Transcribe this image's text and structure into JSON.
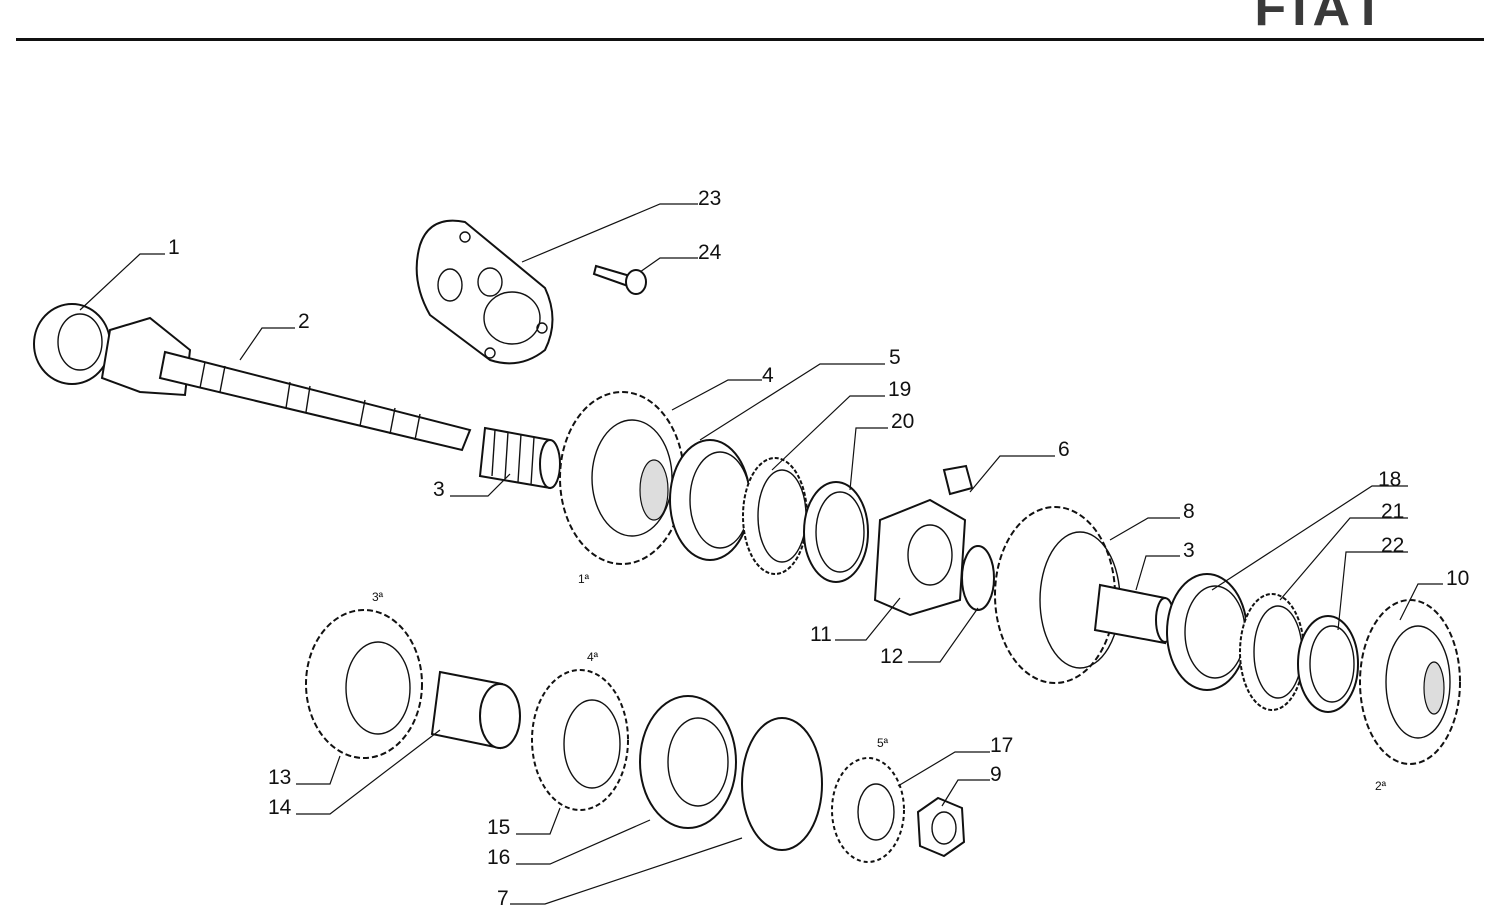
{
  "header": {
    "brand_logo": "FIAT"
  },
  "diagram": {
    "callouts": [
      {
        "id": "c1",
        "label": "1"
      },
      {
        "id": "c2",
        "label": "2"
      },
      {
        "id": "c3a",
        "label": "3"
      },
      {
        "id": "c4",
        "label": "4"
      },
      {
        "id": "c5",
        "label": "5"
      },
      {
        "id": "c19",
        "label": "19"
      },
      {
        "id": "c20",
        "label": "20"
      },
      {
        "id": "c6",
        "label": "6"
      },
      {
        "id": "c23",
        "label": "23"
      },
      {
        "id": "c24",
        "label": "24"
      },
      {
        "id": "c8",
        "label": "8"
      },
      {
        "id": "c3b",
        "label": "3"
      },
      {
        "id": "c18",
        "label": "18"
      },
      {
        "id": "c21",
        "label": "21"
      },
      {
        "id": "c22",
        "label": "22"
      },
      {
        "id": "c10",
        "label": "10"
      },
      {
        "id": "c11",
        "label": "11"
      },
      {
        "id": "c12",
        "label": "12"
      },
      {
        "id": "c13",
        "label": "13"
      },
      {
        "id": "c14",
        "label": "14"
      },
      {
        "id": "c15",
        "label": "15"
      },
      {
        "id": "c16",
        "label": "16"
      },
      {
        "id": "c17",
        "label": "17"
      },
      {
        "id": "c9",
        "label": "9"
      },
      {
        "id": "c7",
        "label": "7"
      }
    ],
    "gear_labels": [
      {
        "id": "g1",
        "label": "1ª"
      },
      {
        "id": "g2",
        "label": "2ª"
      },
      {
        "id": "g3",
        "label": "3ª"
      },
      {
        "id": "g4",
        "label": "4ª"
      },
      {
        "id": "g5",
        "label": "5ª"
      }
    ]
  }
}
